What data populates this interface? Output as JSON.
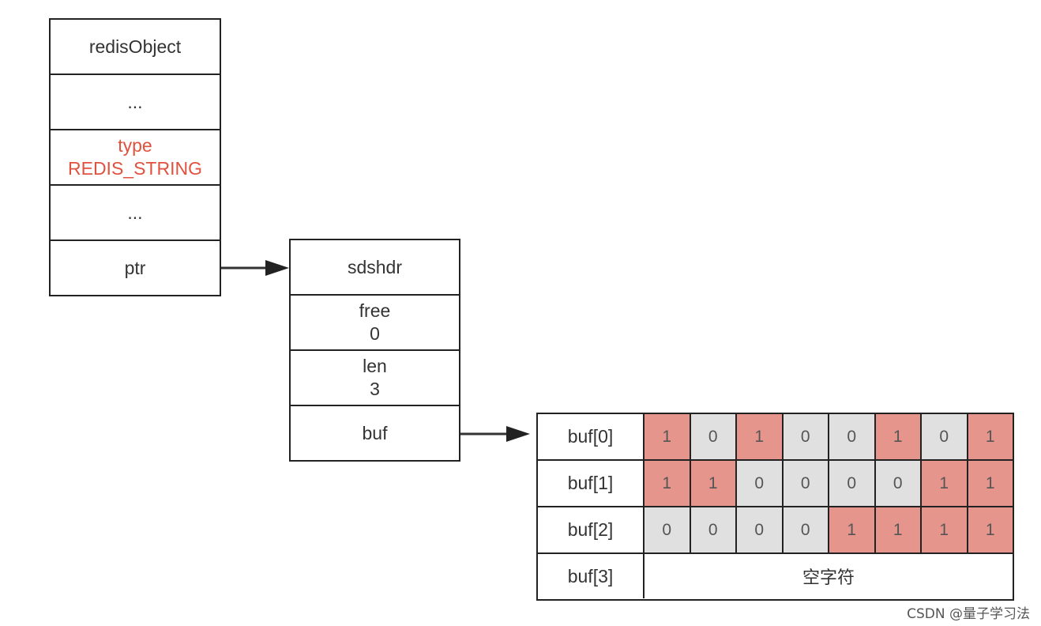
{
  "redis_object": {
    "cells": [
      {
        "text": "redisObject",
        "highlight": false
      },
      {
        "text": "...",
        "highlight": false
      },
      {
        "text": "type\nREDIS_STRING",
        "line1": "type",
        "line2": "REDIS_STRING",
        "highlight": true
      },
      {
        "text": "...",
        "highlight": false
      },
      {
        "text": "ptr",
        "highlight": false
      }
    ]
  },
  "sdshdr": {
    "header": "sdshdr",
    "free_label": "free",
    "free_value": "0",
    "len_label": "len",
    "len_value": "3",
    "buf_label": "buf"
  },
  "buf_table": {
    "rows": [
      {
        "label": "buf[0]",
        "bits": [
          "1",
          "0",
          "1",
          "0",
          "0",
          "1",
          "0",
          "1"
        ]
      },
      {
        "label": "buf[1]",
        "bits": [
          "1",
          "1",
          "0",
          "0",
          "0",
          "0",
          "1",
          "1"
        ]
      },
      {
        "label": "buf[2]",
        "bits": [
          "0",
          "0",
          "0",
          "0",
          "1",
          "1",
          "1",
          "1"
        ]
      }
    ],
    "terminator": {
      "label": "buf[3]",
      "text": "空字符"
    }
  },
  "colors": {
    "highlight_text": "#e0523e",
    "bit_on": "#e6958c",
    "bit_off": "#e0e0e0",
    "border": "#222222"
  },
  "watermark": "CSDN @量子学习法"
}
